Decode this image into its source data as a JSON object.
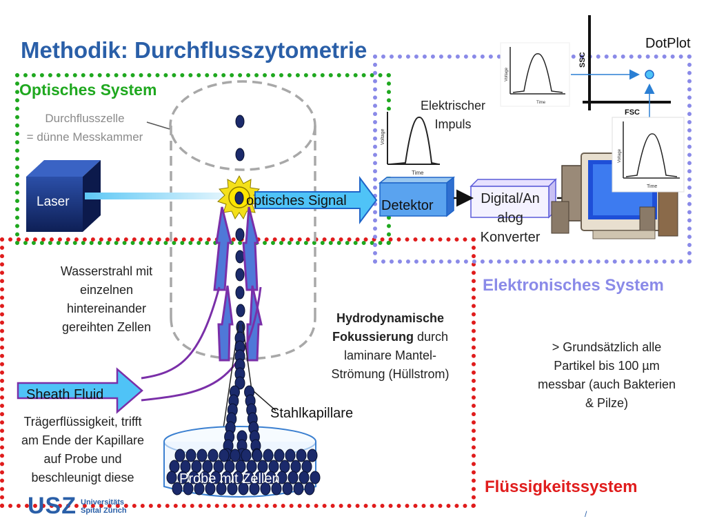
{
  "title": "Methodik: Durchflusszytometrie",
  "sections": {
    "optical": "Optisches System",
    "electronic": "Elektronisches System",
    "fluid": "Flüssigkeitssystem"
  },
  "labels": {
    "flowcell_line1": "Durchflusszelle",
    "flowcell_line2": "= dünne Messkammer",
    "laser": "Laser",
    "optical_signal": "optisches Signal",
    "detector": "Detektor",
    "converter_line1": "Digital/An",
    "converter_line2": "alog",
    "converter_line3": "Konverter",
    "electric_line1": "Elektrischer",
    "electric_line2": "Impuls",
    "dotplot": "DotPlot",
    "ssc": "SSC",
    "fsc": "FSC",
    "voltage": "Voltage",
    "time": "Time",
    "water_line1": "Wasserstrahl mit",
    "water_line2": "einzelnen",
    "water_line3": "hintereinander",
    "water_line4": "gereihten Zellen",
    "hydro_line1": "Hydrodynamische",
    "hydro_line2a": "Fokussierung",
    "hydro_line2b": " durch",
    "hydro_line3": "laminare Mantel-",
    "hydro_line4": "Strömung (Hüllstrom)",
    "particles_line1": "> Grundsätzlich alle",
    "particles_line2": "Partikel bis 100 µm",
    "particles_line3": "messbar (auch Bakterien",
    "particles_line4": "& Pilze)",
    "sheath": "Sheath Fluid",
    "carrier_line1": "Trägerflüssigkeit, trifft",
    "carrier_line2": "am Ende der Kapillare",
    "carrier_line3": "auf Probe und",
    "carrier_line4": "beschleunigt diese",
    "capillary": "Stahlkapillare",
    "sample": "Probe mit Zellen"
  },
  "logo": {
    "abbr": "USZ",
    "line1": "Universitäts",
    "line2": "Spital Zürich"
  },
  "footer_mark": "/",
  "colors": {
    "title_blue": "#2a5fa8",
    "green": "#1fa81f",
    "red": "#e01c1c",
    "lavender": "#8a8ae8",
    "cell": "#1b2a6b",
    "arrow_fill": "#4fc3f7"
  }
}
